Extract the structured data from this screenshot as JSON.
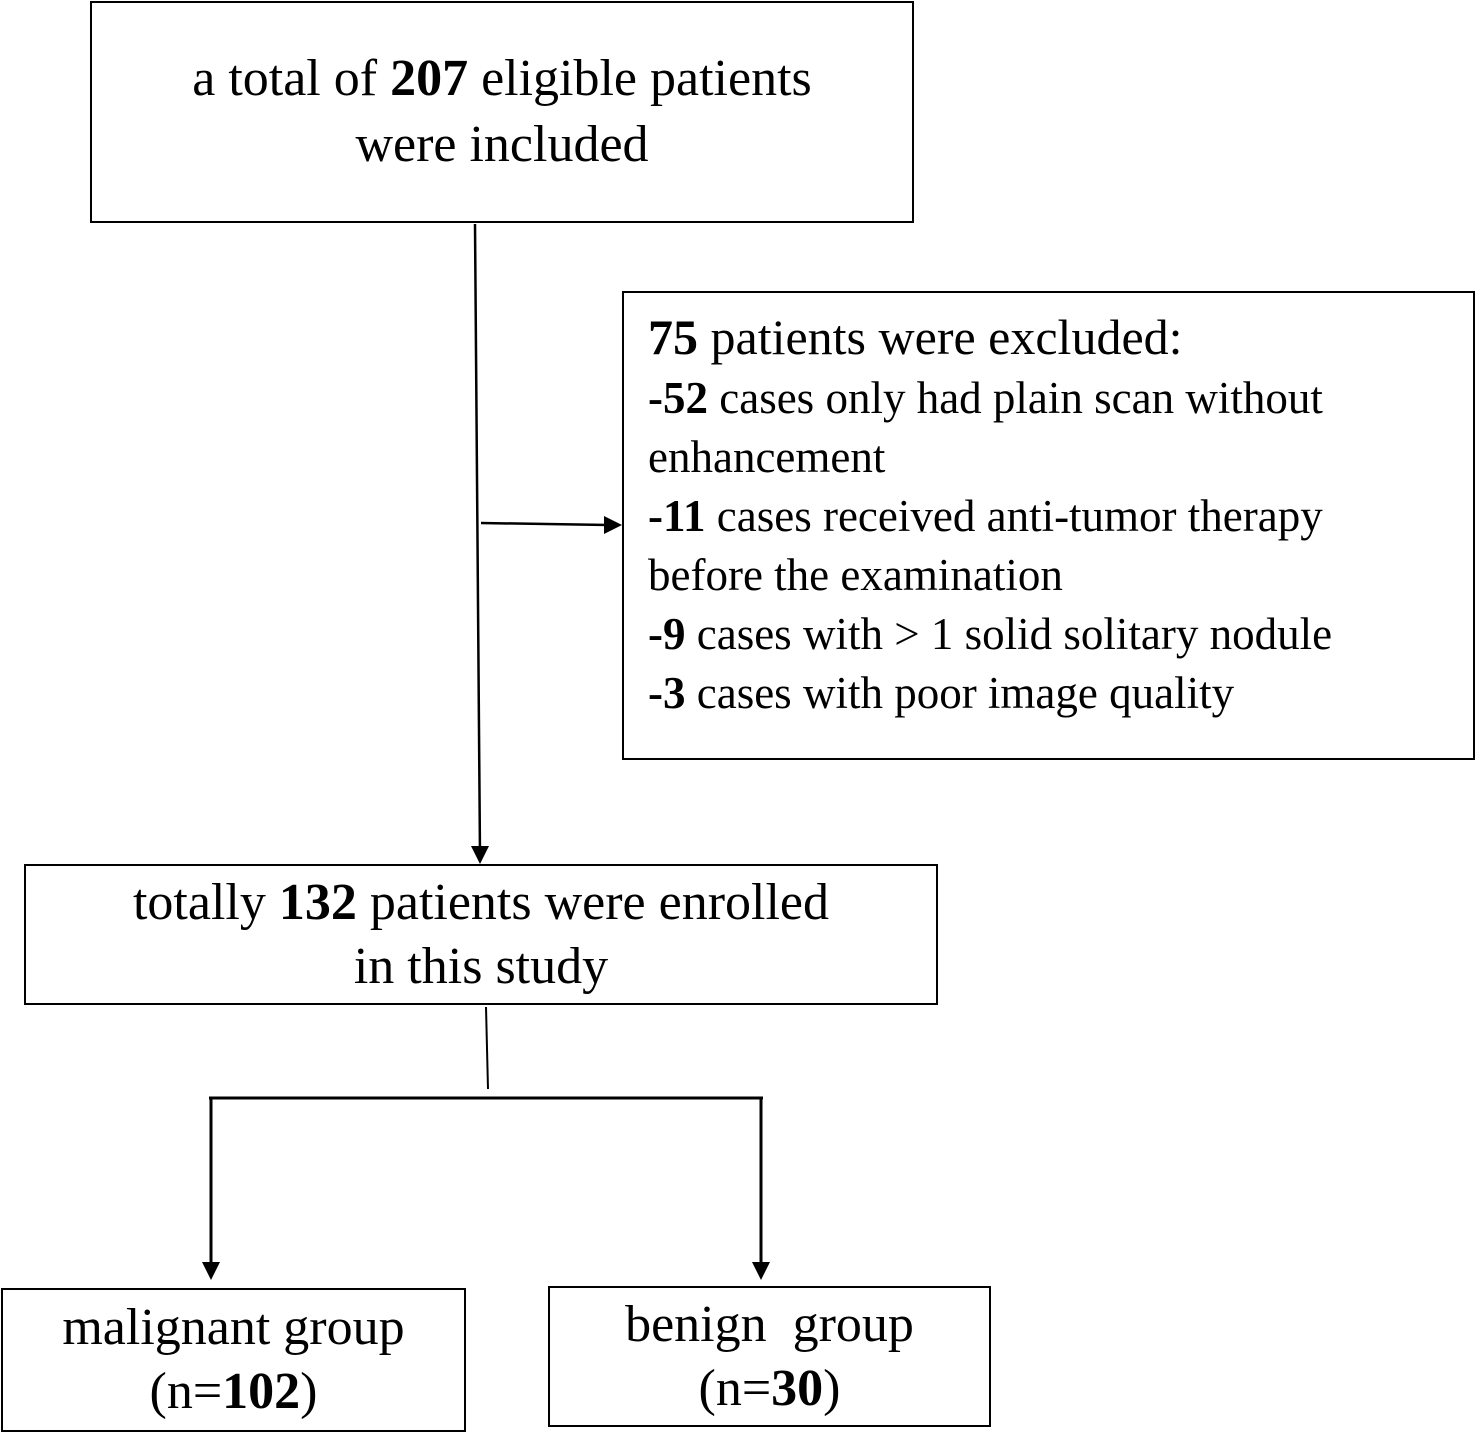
{
  "total_box": {
    "line1_pre": "a total of ",
    "line1_num": "207",
    "line1_post": " eligible patients",
    "line2": "were included"
  },
  "excluded_box": {
    "title_num": "75",
    "title_text": " patients were excluded:",
    "items": [
      {
        "num": "-52",
        "text": " cases only had plain scan without",
        "cont": "enhancement"
      },
      {
        "num": "-11",
        "text": " cases received anti-tumor therapy",
        "cont": "before the examination"
      },
      {
        "num": "-9",
        "text": " cases with > 1 solid solitary nodule"
      },
      {
        "num": "-3",
        "text": " cases with poor image quality"
      }
    ]
  },
  "enrolled_box": {
    "line1_pre": "totally ",
    "line1_num": "132",
    "line1_post": " patients were enrolled",
    "line2": "in this study"
  },
  "malignant_box": {
    "label": "malignant group",
    "n_pre": "(n=",
    "n_num": "102",
    "n_post": ")"
  },
  "benign_box": {
    "label": "benign  group",
    "n_pre": "(n=",
    "n_num": "30",
    "n_post": ")"
  }
}
